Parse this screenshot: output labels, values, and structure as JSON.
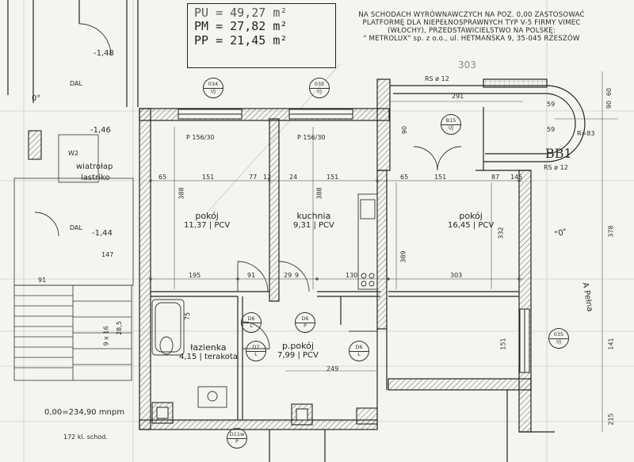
{
  "areas": {
    "pu": "PU = 49,27 m²",
    "pm": "PM = 27,82 m²",
    "pp": "PP = 21,45 m²"
  },
  "note": {
    "line1": "NA SCHODACH WYRÓWNAWCZYCH NA POZ. 0,00 ZASTOSOWAĆ",
    "line2": "PLATFORMĘ DLA NIEPEŁNOSPRAWNYCH TYP V-5 FIRMY VIMEC",
    "line3": "(WŁOCHY), PRZEDSTAWICIELSTWO NA POLSKĘ:",
    "line4": "\" METROLUX\" sp. z o.o., ul. HETMAŃSKA 9, 35-045 RZESZÓW"
  },
  "rooms": [
    {
      "id": "pokoj-1",
      "name": "pokój",
      "area": "11,37",
      "floor": "PCV"
    },
    {
      "id": "kuchnia",
      "name": "kuchnia",
      "area": "9,31",
      "floor": "PCV"
    },
    {
      "id": "pokoj-2",
      "name": "pokój",
      "area": "16,45",
      "floor": "PCV"
    },
    {
      "id": "lazienka",
      "name": "łazienka",
      "area": "4,15",
      "floor": "terakota"
    },
    {
      "id": "przedpokoj",
      "name": "p.pokój",
      "area": "7,99",
      "floor": "PCV"
    }
  ],
  "stair": {
    "wiatrolap": "wiatrołap",
    "lastriko": "lastriko",
    "level": "0,00=234,90 mnpm",
    "schod": "172 kl. schod.",
    "steps": "9 x 16",
    "rise": "28,5"
  },
  "levels": {
    "l148": "-1,48",
    "l146": "-1,46",
    "l144": "-1,44"
  },
  "tags": {
    "dal": "DAL",
    "w2": "W2",
    "p156": "P 156/30",
    "bb1": "BB1",
    "rs12a": "RS ø 12",
    "rs12b": "RS ø 12",
    "r83": "R=83",
    "zero1": "0°",
    "zero2": "\"0\"",
    "pelna": "A Pełna",
    "d6": "D6",
    "d7": "D7",
    "d11w": "D11w",
    "p": "P",
    "l": "L",
    "ij": "I/J",
    "c034": "034",
    "c035": "035",
    "c035b": "035",
    "cb15": "B15",
    "n303": "303"
  },
  "dims": {
    "d65a": "65",
    "d151a": "151",
    "d77": "77",
    "d12a": "12",
    "d24": "24",
    "d151b": "151",
    "d65b": "65",
    "d151c": "151",
    "d87": "87",
    "d145": "145",
    "d195": "195",
    "d91a": "91",
    "d29": "29",
    "d9": "9",
    "d130": "130",
    "d303": "303",
    "d388a": "388",
    "d388b": "388",
    "d389": "389",
    "d332": "332",
    "d147": "147",
    "d291": "291",
    "d59a": "59",
    "d59b": "59",
    "d90a": "90",
    "d60": "60",
    "d378": "378",
    "d141": "141",
    "d215": "215",
    "d249": "249",
    "d151d": "151",
    "d75": "75",
    "d91b": "91",
    "d90b": "90"
  }
}
